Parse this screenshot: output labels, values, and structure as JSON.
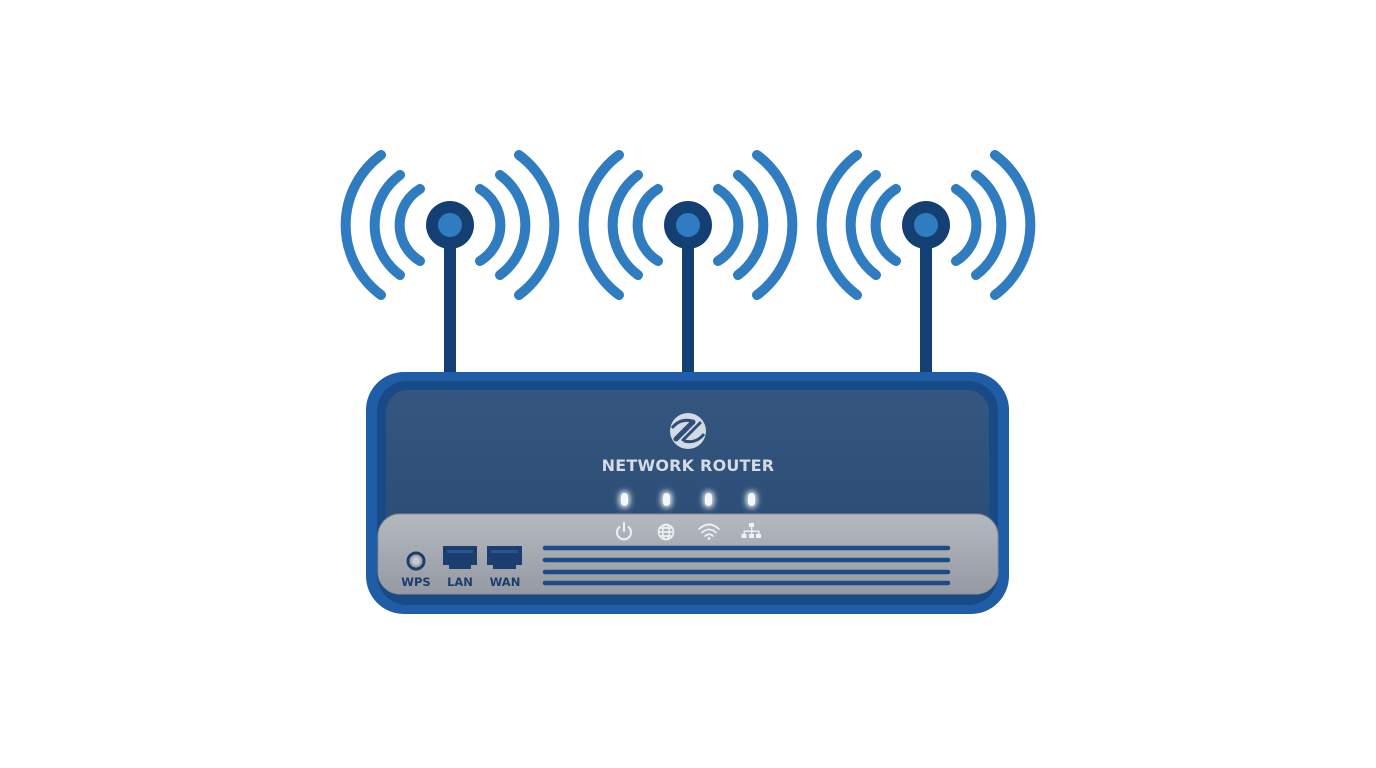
{
  "router": {
    "brand_label": "NETWORK ROUTER",
    "antenna_count": 3,
    "ports": {
      "wps_label": "WPS",
      "lan_label": "LAN",
      "wan_label": "WAN"
    },
    "indicators": [
      {
        "icon": "power-icon"
      },
      {
        "icon": "globe-icon"
      },
      {
        "icon": "wifi-icon"
      },
      {
        "icon": "network-icon"
      }
    ]
  },
  "colors": {
    "wave_blue": "#2f7cc0",
    "antenna_navy": "#143f72",
    "body_outer": "#1f5ea6",
    "body_top": "#2d4f78",
    "front_panel": "#a3a8b0",
    "port_navy": "#1b3e6e",
    "led_glow": "#f4f7fb",
    "icon_white": "#eef2f7",
    "brand_text": "#d4dbe4"
  }
}
